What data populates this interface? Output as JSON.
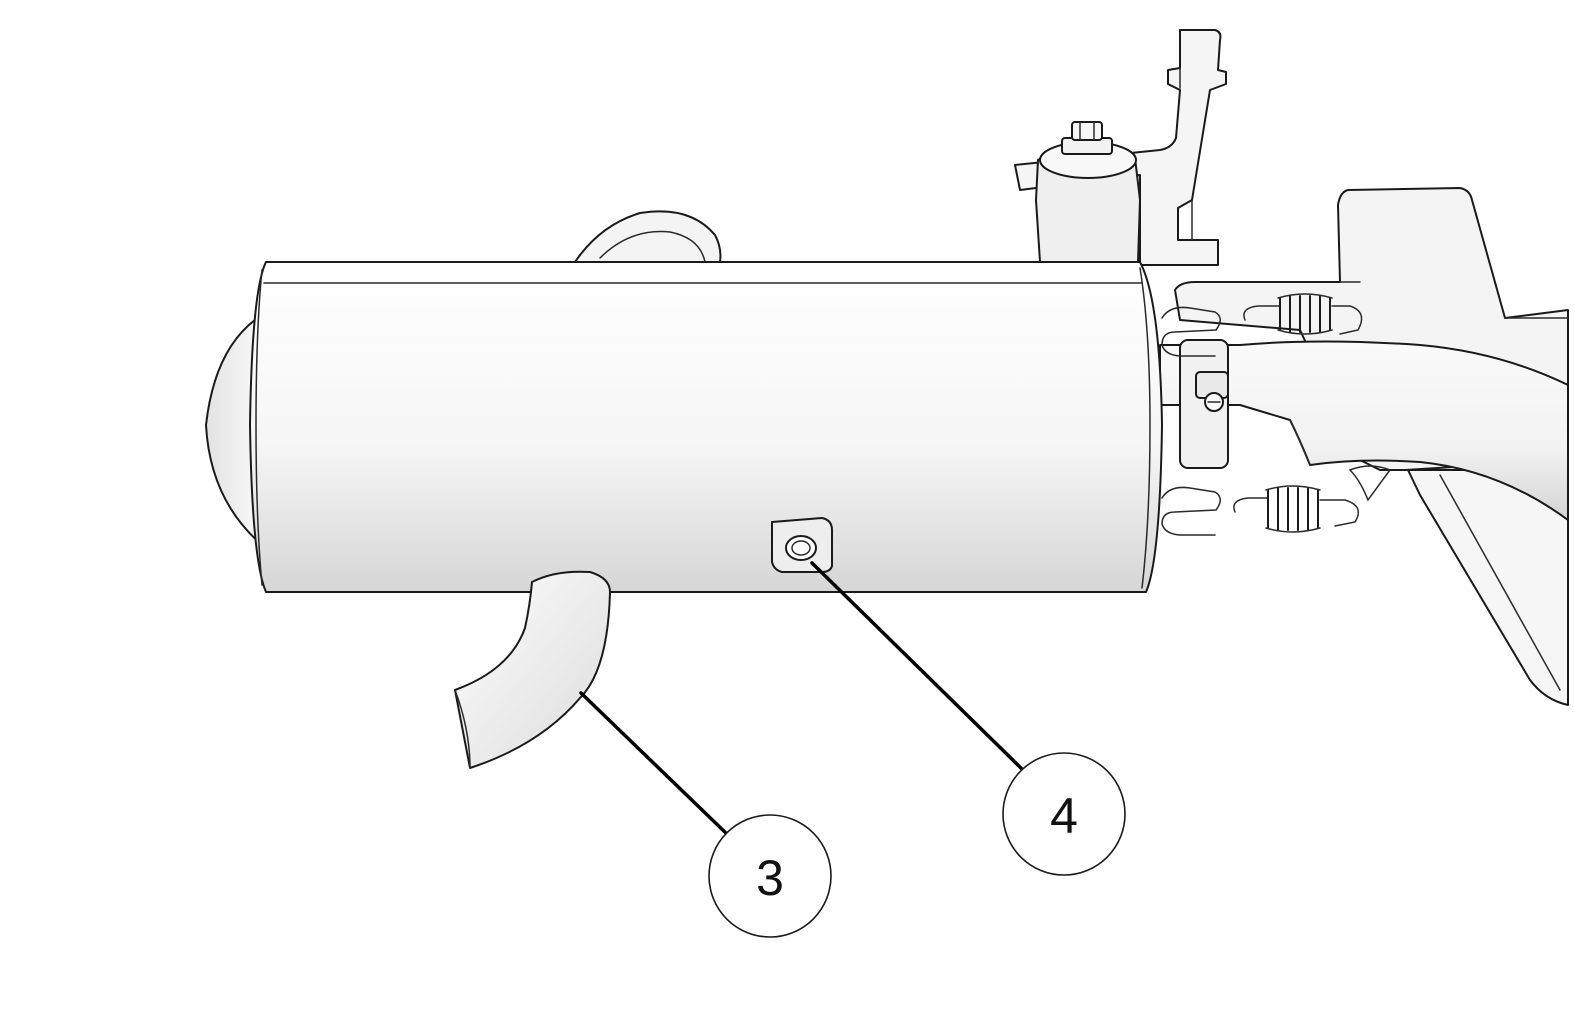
{
  "callouts": [
    {
      "id": "callout-3",
      "label": "3"
    },
    {
      "id": "callout-4",
      "label": "4"
    }
  ],
  "colors": {
    "background": "#ffffff",
    "line": "#1a1a1a",
    "body_light": "#f7f7f7",
    "body_shade": "#d9d9d9"
  }
}
